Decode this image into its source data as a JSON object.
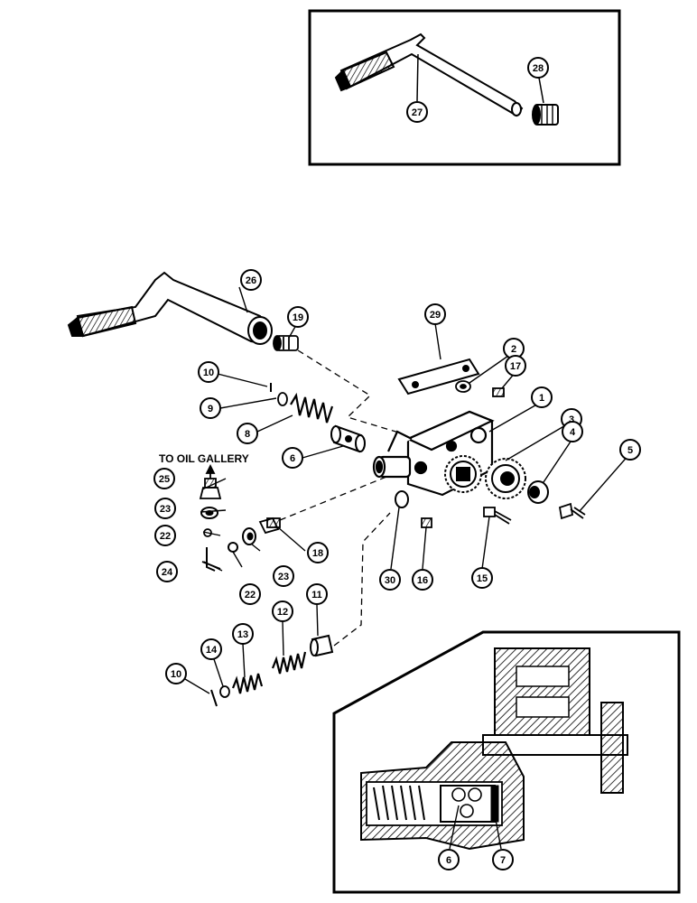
{
  "annotation": "TO OIL GALLERY",
  "callouts": [
    {
      "id": "c26",
      "label": "26"
    },
    {
      "id": "c19",
      "label": "19"
    },
    {
      "id": "c29",
      "label": "29"
    },
    {
      "id": "c2",
      "label": "2"
    },
    {
      "id": "c17",
      "label": "17"
    },
    {
      "id": "c10a",
      "label": "10"
    },
    {
      "id": "c9",
      "label": "9"
    },
    {
      "id": "c8",
      "label": "8"
    },
    {
      "id": "c1",
      "label": "1"
    },
    {
      "id": "c3",
      "label": "3"
    },
    {
      "id": "c4",
      "label": "4"
    },
    {
      "id": "c5",
      "label": "5"
    },
    {
      "id": "c6a",
      "label": "6"
    },
    {
      "id": "c25",
      "label": "25"
    },
    {
      "id": "c23a",
      "label": "23"
    },
    {
      "id": "c22a",
      "label": "22"
    },
    {
      "id": "c24",
      "label": "24"
    },
    {
      "id": "c22b",
      "label": "22"
    },
    {
      "id": "c23b",
      "label": "23"
    },
    {
      "id": "c18",
      "label": "18"
    },
    {
      "id": "c30",
      "label": "30"
    },
    {
      "id": "c16",
      "label": "16"
    },
    {
      "id": "c15",
      "label": "15"
    },
    {
      "id": "c11",
      "label": "11"
    },
    {
      "id": "c12",
      "label": "12"
    },
    {
      "id": "c13",
      "label": "13"
    },
    {
      "id": "c14",
      "label": "14"
    },
    {
      "id": "c10b",
      "label": "10"
    },
    {
      "id": "c27",
      "label": "27"
    },
    {
      "id": "c28",
      "label": "28"
    },
    {
      "id": "c6b",
      "label": "6"
    },
    {
      "id": "c7",
      "label": "7"
    }
  ]
}
